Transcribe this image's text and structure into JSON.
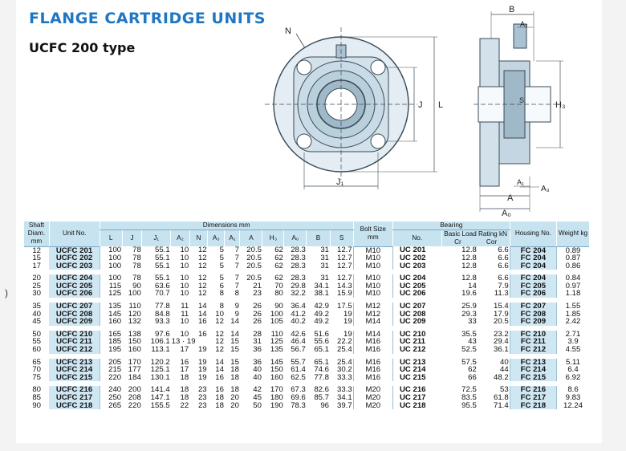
{
  "title": "FLANGE  CARTRIDGE  UNITS",
  "subtitle": "UCFC 200 type",
  "margin_mark": ")",
  "drawing_labels": {
    "N": "N",
    "J": "J",
    "L": "L",
    "J1": "J₁",
    "B": "B",
    "A2": "A₂",
    "S": "S",
    "H3": "H₃",
    "A1": "A₁",
    "A3": "A₃",
    "A": "A",
    "A0": "A₀"
  },
  "colors": {
    "title": "#1f77c4",
    "header_bg": "#c8e3f0",
    "column_bg": "#cfe7f3",
    "drawing_fill": "#e3edf3",
    "drawing_stroke": "#3a4a55"
  },
  "headers": {
    "shaft": "Shaft Diam. mm",
    "unit_no": "Unit No.",
    "dimensions": "Dimensions     mm",
    "dim_cols": [
      "L",
      "J",
      "J₁",
      "A₂",
      "N",
      "A₃",
      "A₁",
      "A",
      "H₃",
      "A₀",
      "B",
      "S"
    ],
    "bolt": "Bolt Size mm",
    "bearing": "Bearing",
    "bearing_no": "No.",
    "load_rating": "Basic Load Rating kN",
    "cr": "Cr",
    "cor": "Cor",
    "housing": "Housing No.",
    "weight": "Weight kg"
  },
  "groups": [
    [
      {
        "shaft": "12",
        "unit": "UCFC 201",
        "dims": [
          "100",
          "78",
          "55.1",
          "10",
          "12",
          "5",
          "7",
          "20.5",
          "62",
          "28.3",
          "31",
          "12.7"
        ],
        "bolt": "M10",
        "bearing": "UC 201",
        "cr": "12.8",
        "cor": "6.6",
        "housing": "FC 204",
        "weight": "0.89"
      },
      {
        "shaft": "15",
        "unit": "UCFC 202",
        "dims": [
          "100",
          "78",
          "55.1",
          "10",
          "12",
          "5",
          "7",
          "20.5",
          "62",
          "28.3",
          "31",
          "12.7"
        ],
        "bolt": "M10",
        "bearing": "UC 202",
        "cr": "12.8",
        "cor": "6.6",
        "housing": "FC 204",
        "weight": "0.87"
      },
      {
        "shaft": "17",
        "unit": "UCFC 203",
        "dims": [
          "100",
          "78",
          "55.1",
          "10",
          "12",
          "5",
          "7",
          "20.5",
          "62",
          "28.3",
          "31",
          "12.7"
        ],
        "bolt": "M10",
        "bearing": "UC 203",
        "cr": "12.8",
        "cor": "6.6",
        "housing": "FC 204",
        "weight": "0.86"
      }
    ],
    [
      {
        "shaft": "20",
        "unit": "UCFC 204",
        "dims": [
          "100",
          "78",
          "55.1",
          "10",
          "12",
          "5",
          "7",
          "20.5",
          "62",
          "28.3",
          "31",
          "12.7"
        ],
        "bolt": "M10",
        "bearing": "UC 204",
        "cr": "12.8",
        "cor": "6.6",
        "housing": "FC 204",
        "weight": "0.84"
      },
      {
        "shaft": "25",
        "unit": "UCFC 205",
        "dims": [
          "115",
          "90",
          "63.6",
          "10",
          "12",
          "6",
          "7",
          "21",
          "70",
          "29.8",
          "34.1",
          "14.3"
        ],
        "bolt": "M10",
        "bearing": "UC 205",
        "cr": "14",
        "cor": "7.9",
        "housing": "FC 205",
        "weight": "0.97"
      },
      {
        "shaft": "30",
        "unit": "UCFC 206",
        "dims": [
          "125",
          "100",
          "70.7",
          "10",
          "12",
          "8",
          "8",
          "23",
          "80",
          "32.2",
          "38.1",
          "15.9"
        ],
        "bolt": "M10",
        "bearing": "UC 206",
        "cr": "19.6",
        "cor": "11.3",
        "housing": "FC 206",
        "weight": "1.18"
      }
    ],
    [
      {
        "shaft": "35",
        "unit": "UCFC 207",
        "dims": [
          "135",
          "110",
          "77.8",
          "11",
          "14",
          "8",
          "9",
          "26",
          "90",
          "36.4",
          "42.9",
          "17.5"
        ],
        "bolt": "M12",
        "bearing": "UC 207",
        "cr": "25.9",
        "cor": "15.4",
        "housing": "FC 207",
        "weight": "1.55"
      },
      {
        "shaft": "40",
        "unit": "UCFC 208",
        "dims": [
          "145",
          "120",
          "84.8",
          "11",
          "14",
          "10",
          "9",
          "26",
          "100",
          "41.2",
          "49.2",
          "19"
        ],
        "bolt": "M12",
        "bearing": "UC 208",
        "cr": "29.3",
        "cor": "17.9",
        "housing": "FC 208",
        "weight": "1.85"
      },
      {
        "shaft": "45",
        "unit": "UCFC 209",
        "dims": [
          "160",
          "132",
          "93.3",
          "10",
          "16",
          "12",
          "14",
          "26",
          "105",
          "40.2",
          "49.2",
          "19"
        ],
        "bolt": "M14",
        "bearing": "UC 209",
        "cr": "33",
        "cor": "20.5",
        "housing": "FC 209",
        "weight": "2.42"
      }
    ],
    [
      {
        "shaft": "50",
        "unit": "UCFC 210",
        "dims": [
          "165",
          "138",
          "97.6",
          "10",
          "16",
          "12",
          "14",
          "28",
          "110",
          "42.6",
          "51.6",
          "19"
        ],
        "bolt": "M14",
        "bearing": "UC 210",
        "cr": "35.5",
        "cor": "23.2",
        "housing": "FC 210",
        "weight": "2.71"
      },
      {
        "shaft": "55",
        "unit": "UCFC 211",
        "dims": [
          "185",
          "150",
          "106.1",
          "13 · 19",
          "",
          "12",
          "15",
          "31",
          "125",
          "46.4",
          "55.6",
          "22.2"
        ],
        "bolt": "M16",
        "bearing": "UC 211",
        "cr": "43",
        "cor": "29.4",
        "housing": "FC 211",
        "weight": "3.9"
      },
      {
        "shaft": "60",
        "unit": "UCFC 212",
        "dims": [
          "195",
          "160",
          "113.1",
          "17",
          "19",
          "12",
          "15",
          "36",
          "135",
          "56.7",
          "65.1",
          "25.4"
        ],
        "bolt": "M16",
        "bearing": "UC 212",
        "cr": "52.5",
        "cor": "36.1",
        "housing": "FC 212",
        "weight": "4.55"
      }
    ],
    [
      {
        "shaft": "65",
        "unit": "UCFC 213",
        "dims": [
          "205",
          "170",
          "120.2",
          "16",
          "19",
          "14",
          "15",
          "36",
          "145",
          "55.7",
          "65.1",
          "25.4"
        ],
        "bolt": "M16",
        "bearing": "UC 213",
        "cr": "57.5",
        "cor": "40",
        "housing": "FC 213",
        "weight": "5.11"
      },
      {
        "shaft": "70",
        "unit": "UCFC 214",
        "dims": [
          "215",
          "177",
          "125.1",
          "17",
          "19",
          "14",
          "18",
          "40",
          "150",
          "61.4",
          "74.6",
          "30.2"
        ],
        "bolt": "M16",
        "bearing": "UC 214",
        "cr": "62",
        "cor": "44",
        "housing": "FC 214",
        "weight": "6.4"
      },
      {
        "shaft": "75",
        "unit": "UCFC 215",
        "dims": [
          "220",
          "184",
          "130.1",
          "18",
          "19",
          "16",
          "18",
          "40",
          "160",
          "62.5",
          "77.8",
          "33.3"
        ],
        "bolt": "M16",
        "bearing": "UC 215",
        "cr": "66",
        "cor": "48.2",
        "housing": "FC 215",
        "weight": "6.92"
      }
    ],
    [
      {
        "shaft": "80",
        "unit": "UCFC 216",
        "dims": [
          "240",
          "200",
          "141.4",
          "18",
          "23",
          "16",
          "18",
          "42",
          "170",
          "67.3",
          "82.6",
          "33.3"
        ],
        "bolt": "M20",
        "bearing": "UC 216",
        "cr": "72.5",
        "cor": "53",
        "housing": "FC 216",
        "weight": "8.6"
      },
      {
        "shaft": "85",
        "unit": "UCFC 217",
        "dims": [
          "250",
          "208",
          "147.1",
          "18",
          "23",
          "18",
          "20",
          "45",
          "180",
          "69.6",
          "85.7",
          "34.1"
        ],
        "bolt": "M20",
        "bearing": "UC 217",
        "cr": "83.5",
        "cor": "61.8",
        "housing": "FC 217",
        "weight": "9.83"
      },
      {
        "shaft": "90",
        "unit": "UCFC 218",
        "dims": [
          "265",
          "220",
          "155.5",
          "22",
          "23",
          "18",
          "20",
          "50",
          "190",
          "78.3",
          "96",
          "39.7"
        ],
        "bolt": "M20",
        "bearing": "UC 218",
        "cr": "95.5",
        "cor": "71.4",
        "housing": "FC 218",
        "weight": "12.24"
      }
    ]
  ]
}
